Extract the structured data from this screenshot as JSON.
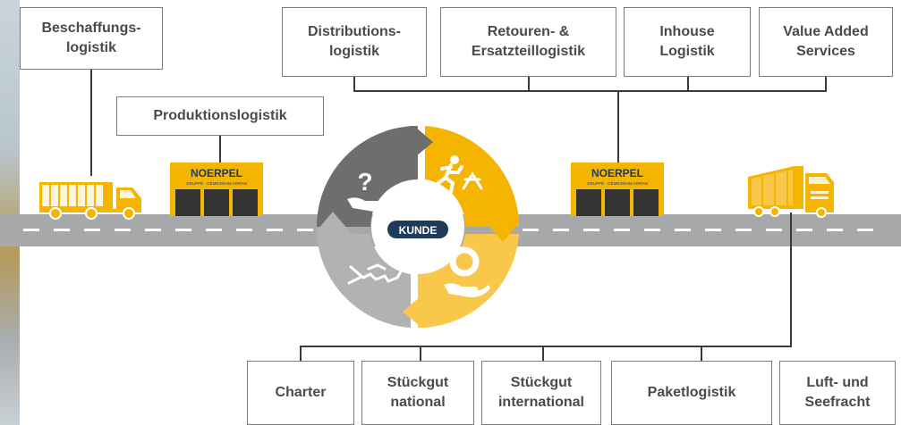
{
  "colors": {
    "brand_yellow": "#f4b400",
    "light_yellow": "#f9c84a",
    "dark_gray": "#6e6e6e",
    "light_gray": "#b2b2b2",
    "navy": "#1f3b5a",
    "road": "#a7a8aa",
    "border": "#7a7a7a"
  },
  "top_boxes": [
    {
      "id": "beschaffung",
      "lines": [
        "Beschaffungs-",
        "logistik"
      ]
    },
    {
      "id": "produktion",
      "lines": [
        "Produktionslogistik"
      ]
    },
    {
      "id": "distribution",
      "lines": [
        "Distributions-",
        "logistik"
      ]
    },
    {
      "id": "retouren",
      "lines": [
        "Retouren- &",
        "Ersatzteillogistik"
      ]
    },
    {
      "id": "inhouse",
      "lines": [
        "Inhouse",
        "Logistik"
      ]
    },
    {
      "id": "valueadded",
      "lines": [
        "Value Added",
        "Services"
      ]
    }
  ],
  "bottom_boxes": [
    {
      "id": "charter",
      "lines": [
        "Charter"
      ]
    },
    {
      "id": "stueckgut-national",
      "lines": [
        "Stückgut",
        "national"
      ]
    },
    {
      "id": "stueckgut-international",
      "lines": [
        "Stückgut",
        "international"
      ]
    },
    {
      "id": "paket",
      "lines": [
        "Paketlogistik"
      ]
    },
    {
      "id": "luft-see",
      "lines": [
        "Luft- und",
        "Seefracht"
      ]
    }
  ],
  "center": {
    "label": "KUNDE"
  },
  "warehouse": {
    "brand": "NOERPEL",
    "tagline": "GRUPPE · GEMEINSAM VORAN"
  },
  "icons": {
    "cycle_segments": [
      "question-hand-icon",
      "runner-hurdle-icon",
      "lifebuoy-hand-icon",
      "handshake-icon"
    ],
    "vehicles": [
      "truck-left-icon",
      "truck-right-icon"
    ],
    "buildings": [
      "warehouse-left-icon",
      "warehouse-right-icon"
    ]
  }
}
